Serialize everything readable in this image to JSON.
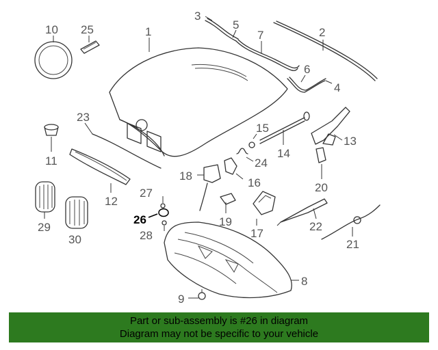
{
  "callouts": [
    "1",
    "2",
    "3",
    "4",
    "5",
    "6",
    "7",
    "8",
    "9",
    "10",
    "11",
    "12",
    "13",
    "14",
    "15",
    "16",
    "17",
    "18",
    "19",
    "20",
    "21",
    "22",
    "23",
    "24",
    "25",
    "26",
    "27",
    "28",
    "29",
    "30"
  ],
  "highlighted_callout": "26",
  "banner": {
    "line1": "Part or sub-assembly is #26 in diagram",
    "line2": "Diagram may not be specific to your vehicle",
    "background": "#2d7a1f"
  }
}
